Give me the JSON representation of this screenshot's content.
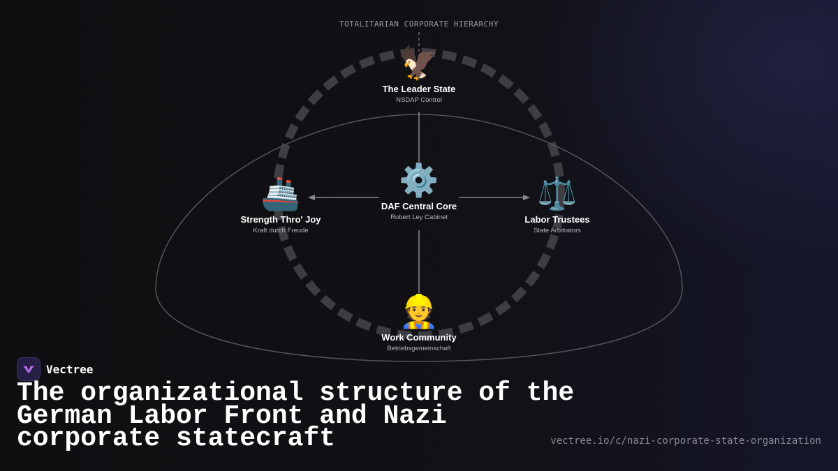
{
  "diagram": {
    "heading": "TOTALITARIAN CORPORATE HIERARCHY",
    "nodes": {
      "leader": {
        "icon": "eagle-icon",
        "emoji": "🦅",
        "title": "The Leader State",
        "subtitle": "NSDAP Control"
      },
      "core": {
        "icon": "gear-icon",
        "emoji": "⚙️",
        "title": "DAF Central Core",
        "subtitle": "Robert Ley Cabinet"
      },
      "left": {
        "icon": "ship-icon",
        "emoji": "🚢",
        "title": "Strength Thro' Joy",
        "subtitle": "Kraft durch Freude"
      },
      "right": {
        "icon": "scales-icon",
        "emoji": "⚖️",
        "title": "Labor Trustees",
        "subtitle": "State Arbitrators"
      },
      "bottom": {
        "icon": "construction-worker-icon",
        "emoji": "👷",
        "title": "Work Community",
        "subtitle": "Betriebsgemeinschaft"
      }
    },
    "colors": {
      "connector": "#8a8a8a",
      "ring": "#3d3d42",
      "ellipse": "#55555b"
    }
  },
  "brand": {
    "name": "Vectree",
    "logo_color": "#b45cf0"
  },
  "title": {
    "lines": [
      "The organizational structure of the",
      "German Labor Front and Nazi",
      "corporate statecraft"
    ]
  },
  "source": {
    "url": "vectree.io/c/nazi-corporate-state-organization"
  }
}
